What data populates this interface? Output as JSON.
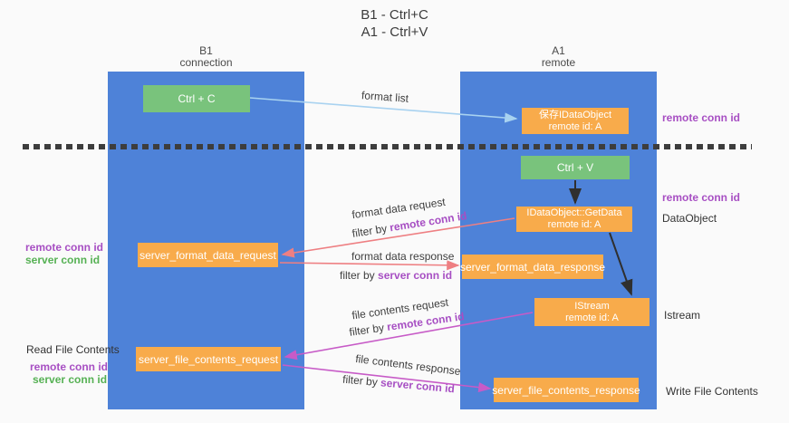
{
  "title": {
    "line1": "B1 - Ctrl+C",
    "line2": "A1 - Ctrl+V"
  },
  "lanes": {
    "left": {
      "name": "B1",
      "role": "connection"
    },
    "right": {
      "name": "A1",
      "role": "remote"
    }
  },
  "nodes": {
    "ctrl_c": {
      "label": "Ctrl + C"
    },
    "save_idataobject": {
      "line1": "保存IDataObject",
      "line2": "remote id: A"
    },
    "ctrl_v": {
      "label": "Ctrl + V"
    },
    "getdata": {
      "line1": "IDataObject::GetData",
      "line2": "remote id: A"
    },
    "format_request": {
      "label": "server_format_data_request"
    },
    "format_response": {
      "label": "server_format_data_response"
    },
    "istream": {
      "line1": "IStream",
      "line2": "remote id: A"
    },
    "file_request": {
      "label": "server_file_contents_request"
    },
    "file_response": {
      "label": "server_file_contents_response"
    }
  },
  "side_labels": {
    "save_remote_conn": "remote conn id",
    "paste_remote_conn": "remote conn id",
    "dataobject": "DataObject",
    "format_remote_conn": "remote conn id",
    "format_server_conn": "server conn id",
    "istream": "Istream",
    "read_file": "Read File Contents",
    "file_remote_conn": "remote conn id",
    "file_server_conn": "server conn id",
    "write_file": "Write File Contents"
  },
  "arrow_labels": {
    "format_list": "format list",
    "format_request": "format data request",
    "format_request_filter_prefix": "filter by ",
    "format_request_filter_id": "remote conn id",
    "format_response": "format data response",
    "format_response_filter_prefix": "filter by ",
    "format_response_filter_id": "server conn id",
    "file_request": "file contents request",
    "file_request_filter_prefix": "filter by ",
    "file_request_filter_id": "remote conn id",
    "file_response": "file contents response",
    "file_response_filter_prefix": "filter by ",
    "file_response_filter_id": "server conn id"
  },
  "colors": {
    "lane_blue": "#4e82d8",
    "node_green": "#79c37c",
    "node_orange": "#f8ab4b",
    "arrow_light_blue": "#a8d2f0",
    "arrow_salmon": "#ee7f82",
    "arrow_magenta": "#c75bc7",
    "arrow_black": "#2f2f2f",
    "text_purple": "#a74fc3",
    "text_green": "#56b154"
  }
}
